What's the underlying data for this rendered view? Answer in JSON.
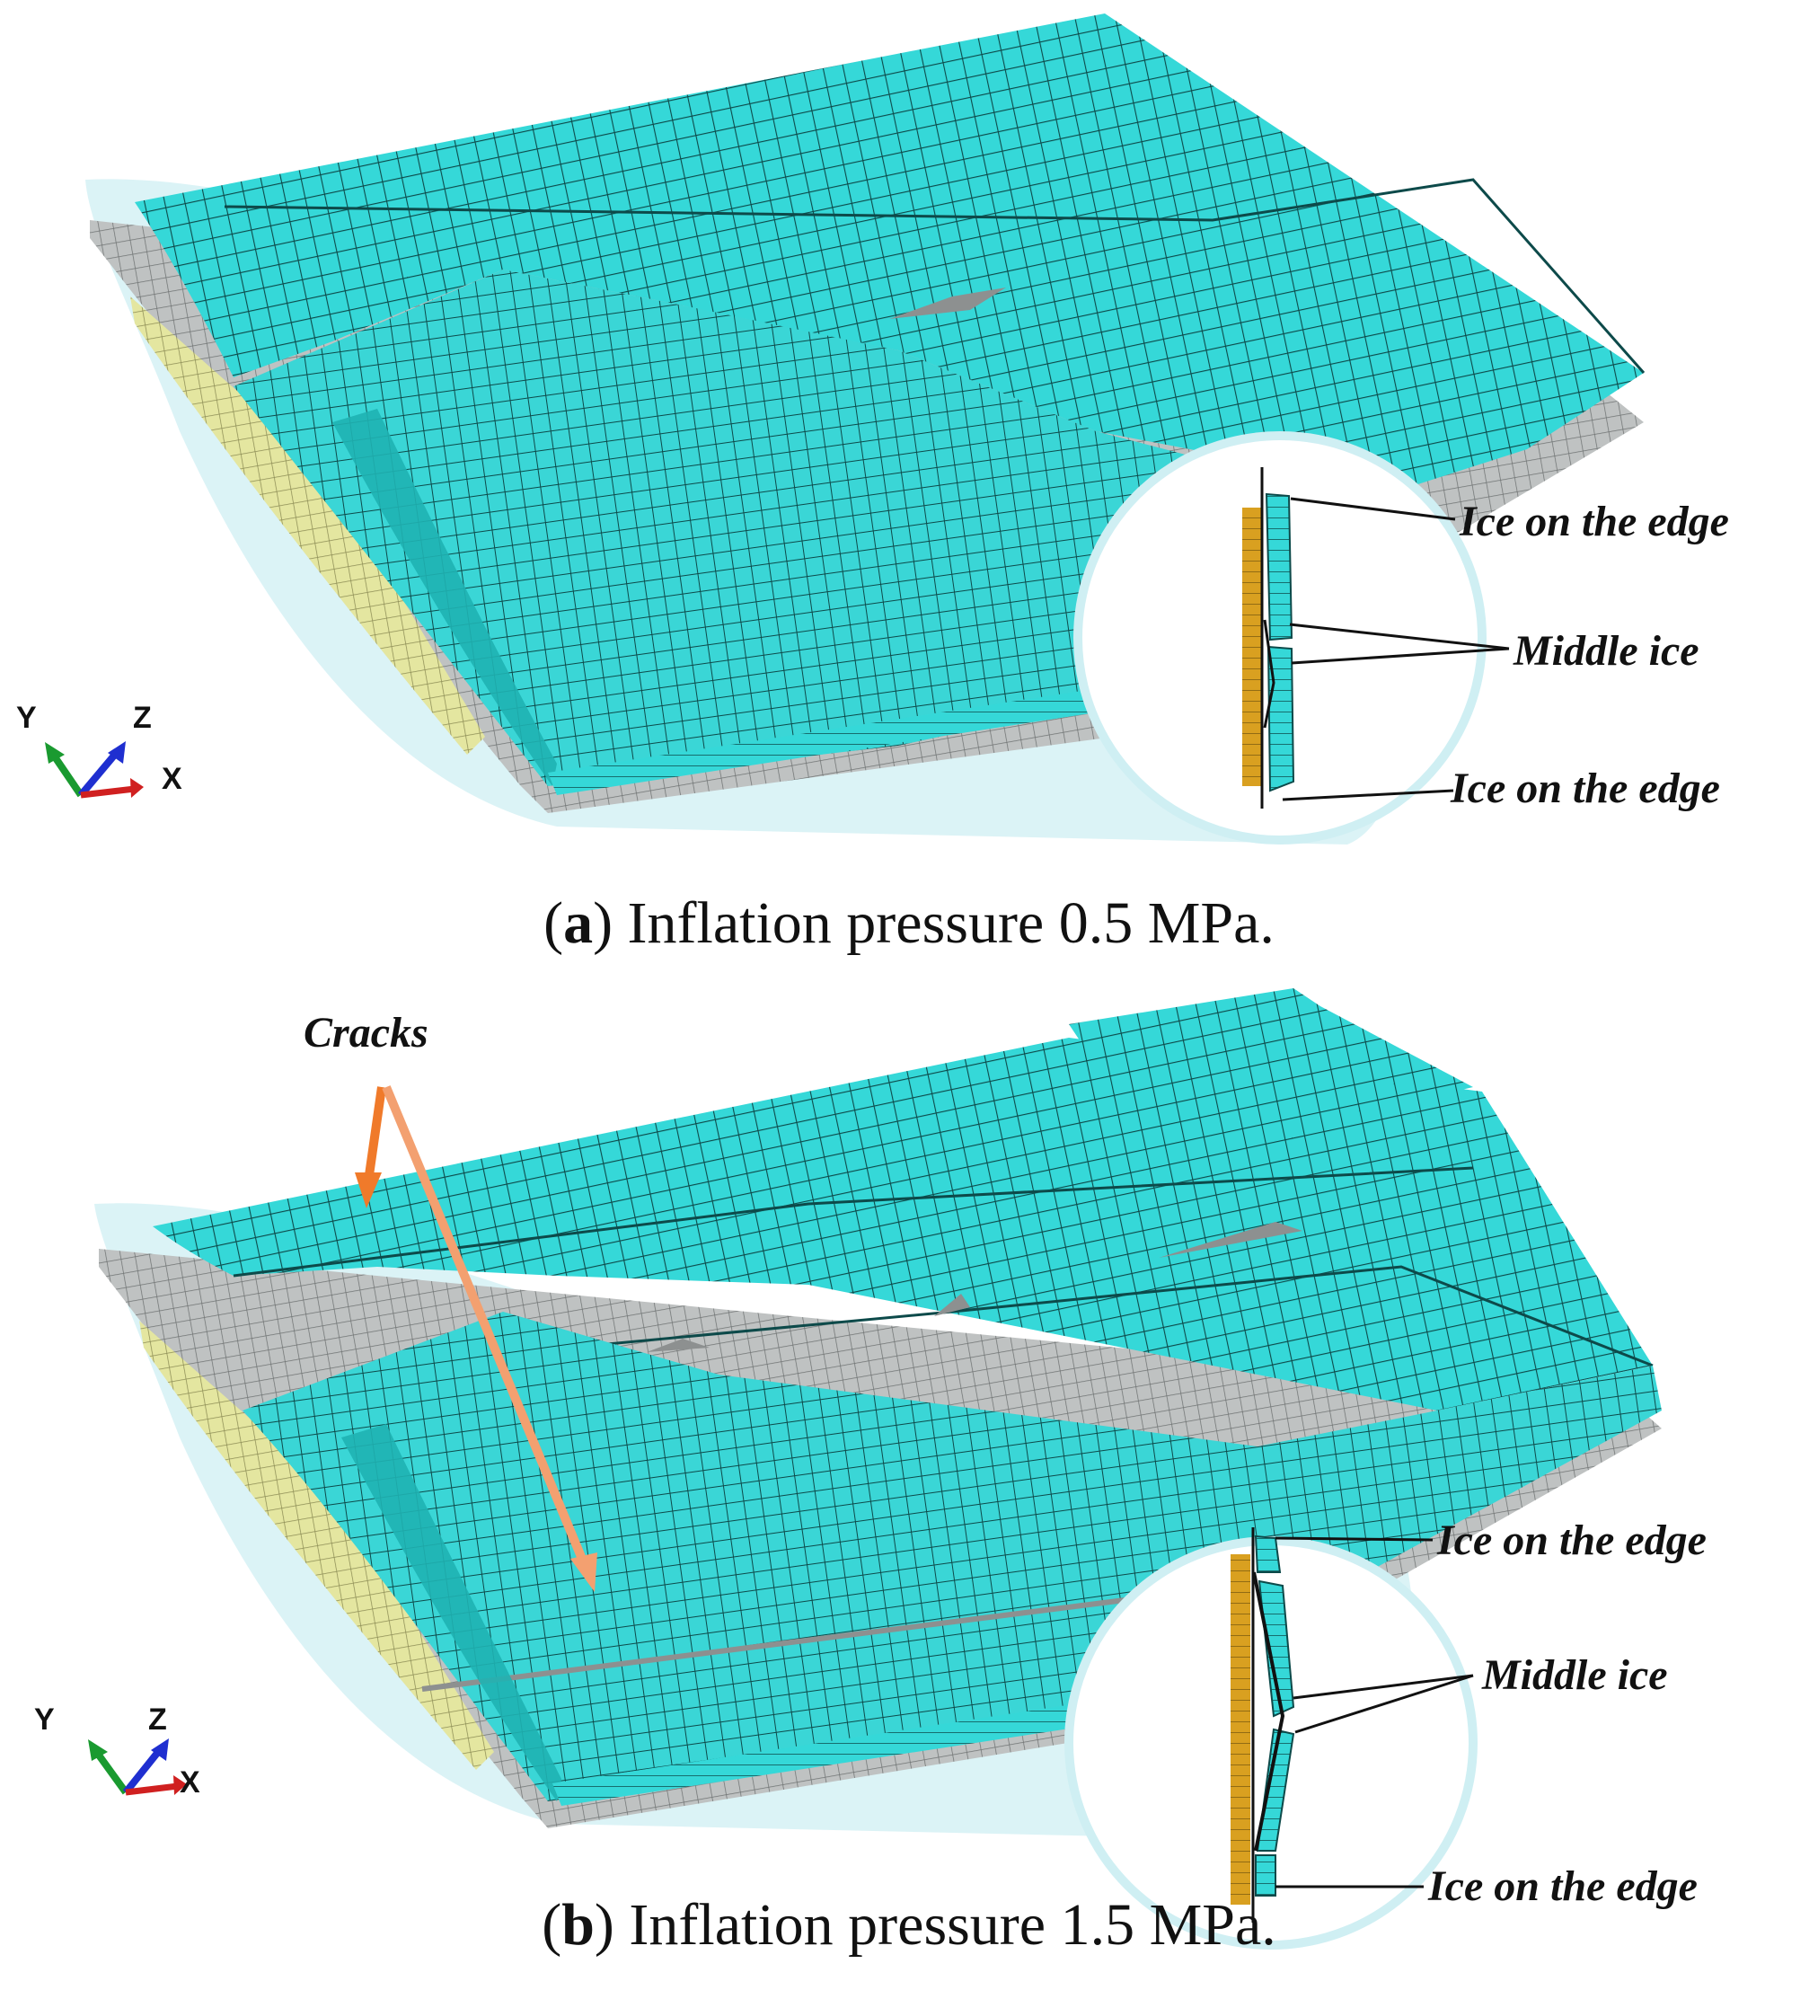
{
  "panel_a": {
    "caption_letter": "a",
    "caption_text": "Inflation pressure 0.5 MPa.",
    "labels": {
      "edge_top": "Ice on the edge",
      "middle": "Middle ice",
      "edge_bottom": "Ice on the edge"
    },
    "axes": {
      "y": "Y",
      "z": "Z",
      "x": "X"
    }
  },
  "panel_b": {
    "caption_letter": "b",
    "caption_text": "Inflation pressure 1.5 MPa.",
    "labels": {
      "cracks": "Cracks",
      "edge_top": "Ice on the edge",
      "middle": "Middle ice",
      "edge_bottom": "Ice on the edge"
    },
    "axes": {
      "y": "Y",
      "z": "Z",
      "x": "X"
    }
  },
  "colors": {
    "ice": "#35d8d8",
    "ice_dark": "#1a9a9a",
    "mesh_line": "#0d4a4a",
    "base_gray": "#b9bcbc",
    "base_yellow": "#e4e6a0",
    "deicer_orange": "#d9a020",
    "crack_arrow": "#f07a2a",
    "halo": "#cfeff3"
  }
}
